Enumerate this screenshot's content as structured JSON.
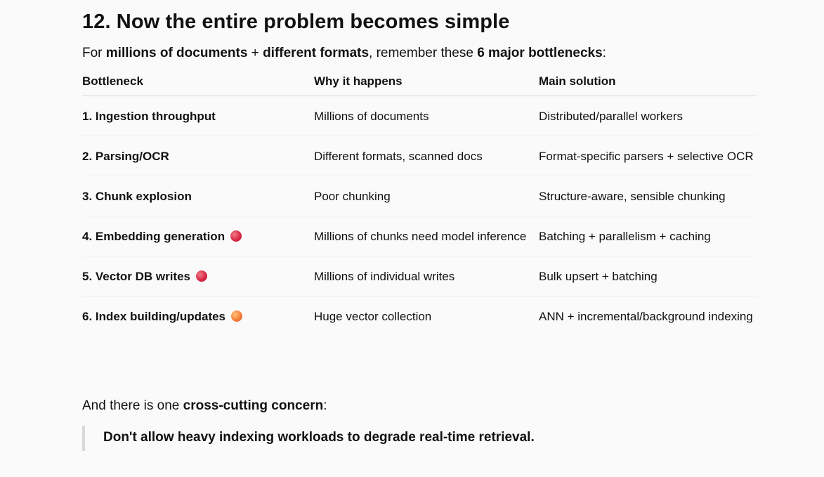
{
  "heading": "12. Now the entire problem becomes simple",
  "intro": {
    "p1": "For ",
    "b1": "millions of documents",
    "p2": " + ",
    "b2": "different formats",
    "p3": ", remember these ",
    "b3": "6 major bottlenecks",
    "p4": ":"
  },
  "table": {
    "headers": [
      "Bottleneck",
      "Why it happens",
      "Main solution"
    ],
    "rows": [
      {
        "bottleneck": "1. Ingestion throughput",
        "why": "Millions of documents",
        "solution": "Distributed/parallel workers",
        "dot": ""
      },
      {
        "bottleneck": "2. Parsing/OCR",
        "why": "Different formats, scanned docs",
        "solution": "Format-specific parsers + selective OCR",
        "dot": ""
      },
      {
        "bottleneck": "3. Chunk explosion",
        "why": "Poor chunking",
        "solution": "Structure-aware, sensible chunking",
        "dot": ""
      },
      {
        "bottleneck": "4. Embedding generation",
        "why": "Millions of chunks need model inference",
        "solution": "Batching + parallelism + caching",
        "dot": "red-circle-icon"
      },
      {
        "bottleneck": "5. Vector DB writes",
        "why": "Millions of individual writes",
        "solution": "Bulk upsert + batching",
        "dot": "red-circle-icon"
      },
      {
        "bottleneck": "6. Index building/updates",
        "why": "Huge vector collection",
        "solution": "ANN + incremental/background indexing",
        "dot": "orange-circle-icon"
      }
    ]
  },
  "concern": {
    "p1": "And there is one ",
    "b1": "cross-cutting concern",
    "p2": ":"
  },
  "quote": "Don't allow heavy indexing workloads to degrade real-time retrieval.",
  "colors": {
    "red_dot": "#d92b45",
    "orange_dot": "#f5803a",
    "quote_bar": "#d9d9d9"
  }
}
